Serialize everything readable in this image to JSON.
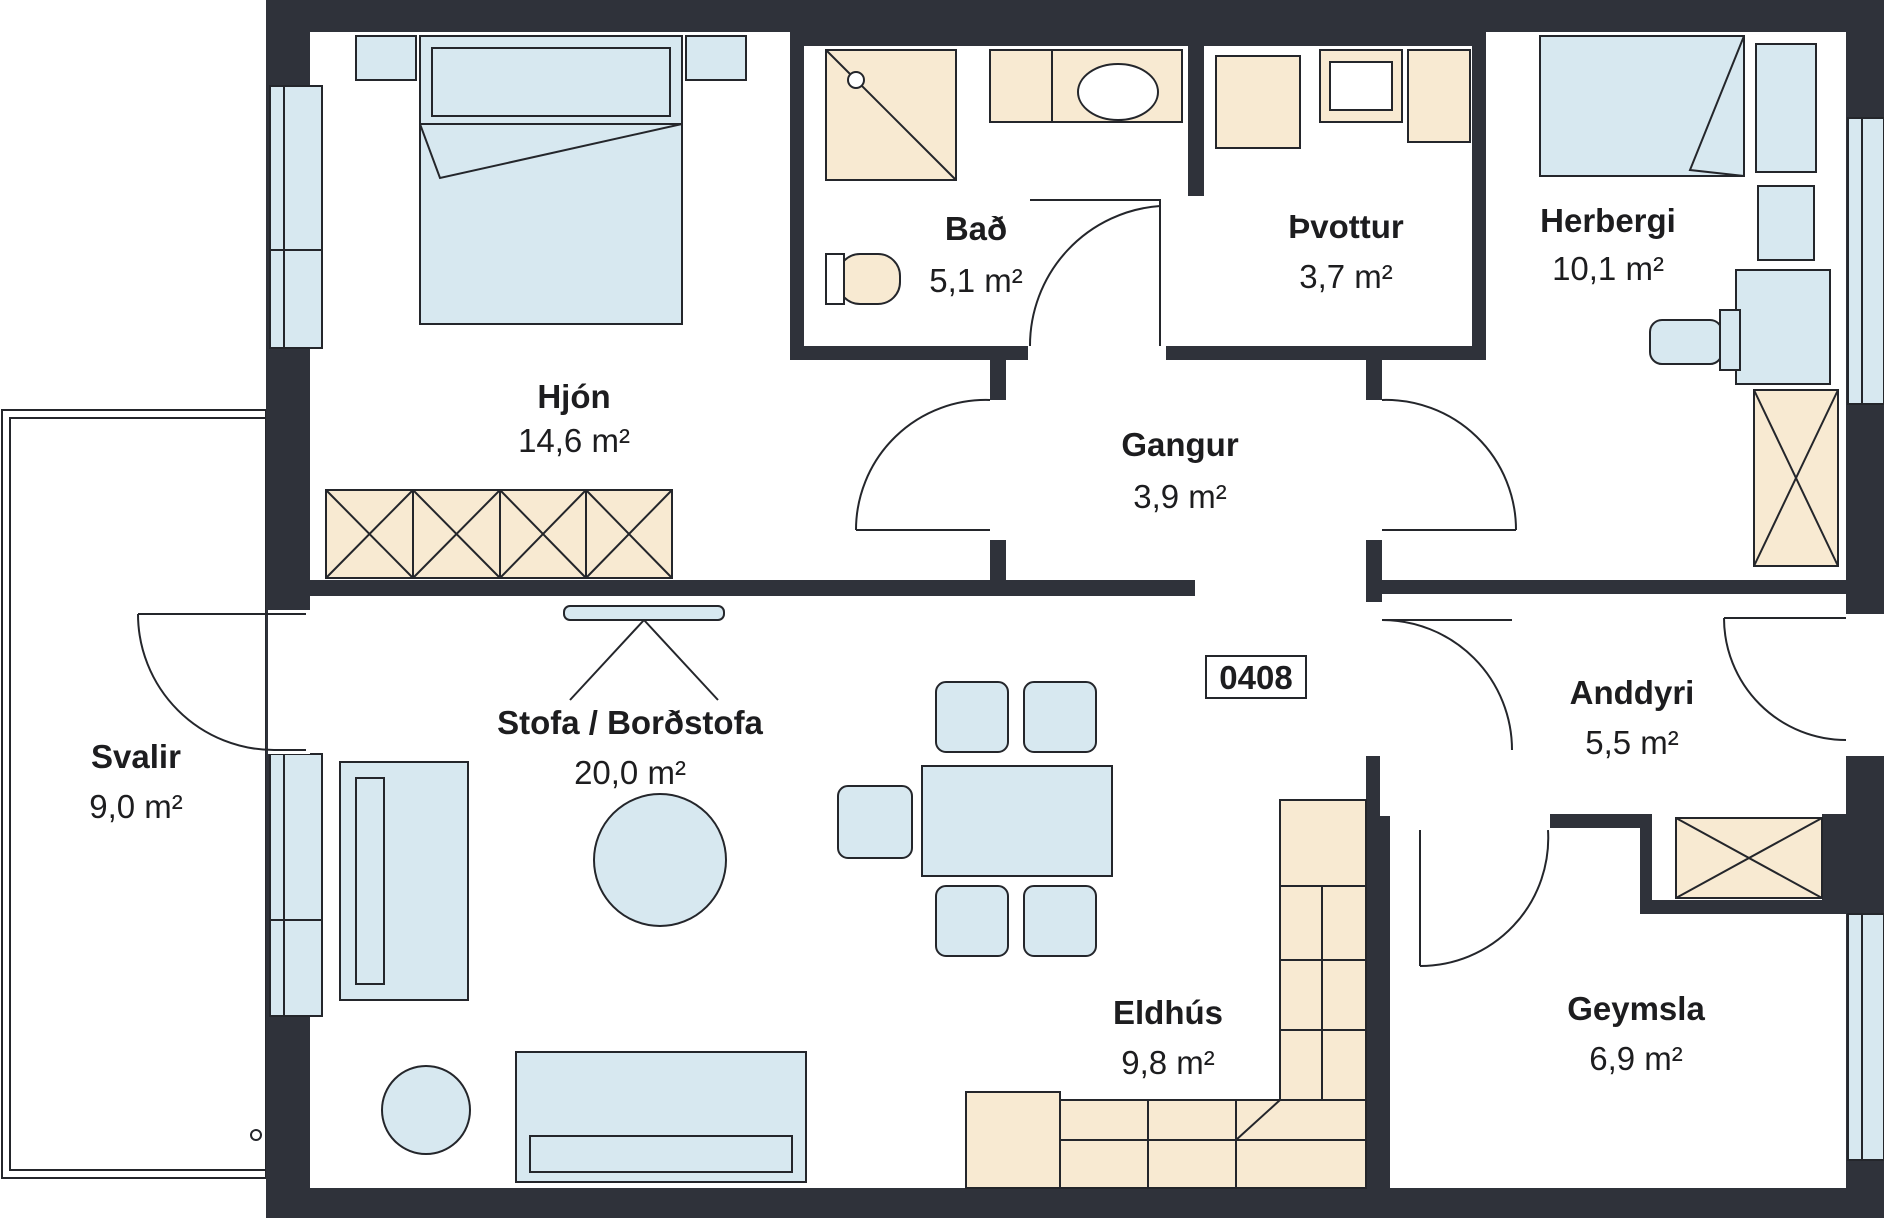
{
  "unit_number": "0408",
  "rooms": {
    "hjon": {
      "name": "Hjón",
      "area": "14,6 m²"
    },
    "bad": {
      "name": "Bað",
      "area": "5,1 m²"
    },
    "thvottur": {
      "name": "Þvottur",
      "area": "3,7 m²"
    },
    "herbergi": {
      "name": "Herbergi",
      "area": "10,1 m²"
    },
    "gangur": {
      "name": "Gangur",
      "area": "3,9 m²"
    },
    "stofa": {
      "name": "Stofa / Borðstofa",
      "area": "20,0 m²"
    },
    "svalir": {
      "name": "Svalir",
      "area": "9,0 m²"
    },
    "anddyri": {
      "name": "Anddyri",
      "area": "5,5 m²"
    },
    "eldhus": {
      "name": "Eldhús",
      "area": "9,8 m²"
    },
    "geymsla": {
      "name": "Geymsla",
      "area": "6,9 m²"
    }
  },
  "colors": {
    "wall": "#2f323a",
    "furniture": "#d7e8f0",
    "cabinet": "#f8ead2",
    "line": "#24262b"
  }
}
